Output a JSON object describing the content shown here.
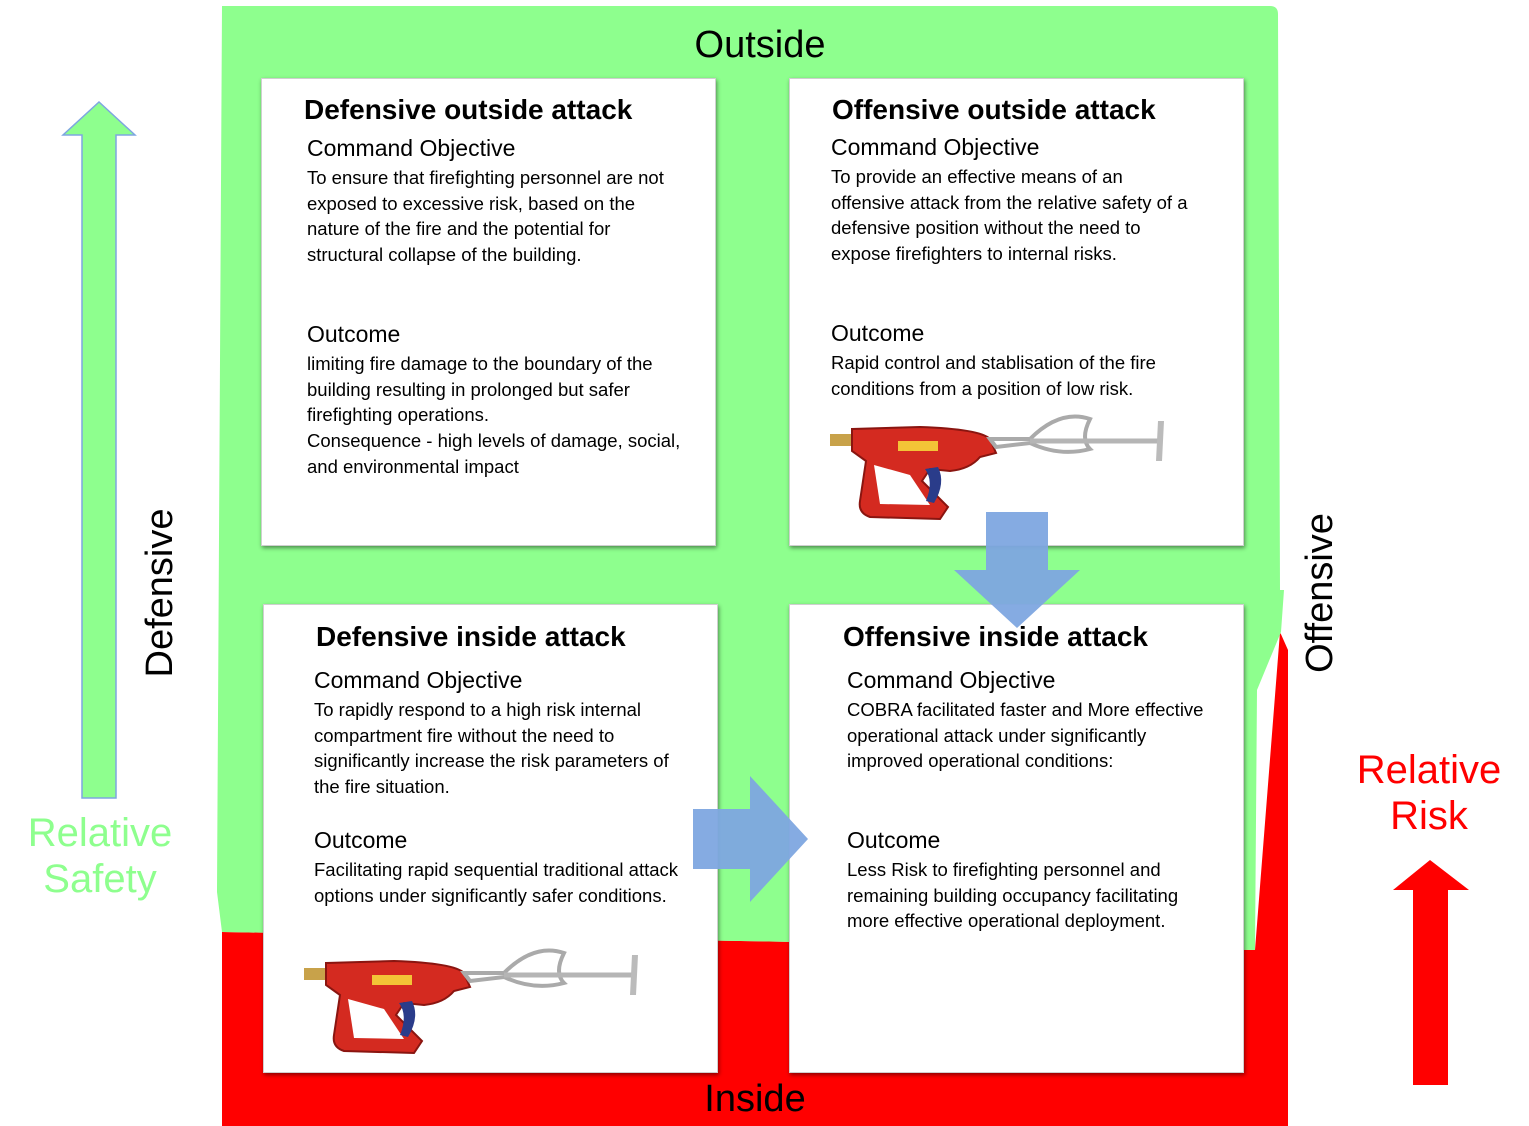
{
  "labels": {
    "outside": "Outside",
    "inside": "Inside",
    "defensive": "Defensive",
    "offensive": "Offensive",
    "relative_safety_line1": "Relative",
    "relative_safety_line2": "Safety",
    "relative_risk_line1": "Relative",
    "relative_risk_line2": "Risk"
  },
  "colors": {
    "outside_green": "#8EFF8E",
    "inside_red": "#FF0000",
    "arrow_blue": "#7EA6E0",
    "safety_text": "#8EFF8E",
    "risk_text": "#FF0000"
  },
  "cards": {
    "defensive_outside": {
      "title": "Defensive outside attack",
      "objective_heading": "Command Objective",
      "objective_text": "To ensure that firefighting personnel are not exposed to excessive risk, based on the nature of the fire and the potential for structural collapse of the building.",
      "outcome_heading": "Outcome",
      "outcome_text": "limiting fire damage to the boundary of the building resulting in prolonged but safer firefighting operations.",
      "consequence_text": "Consequence - high levels of damage, social, and environmental impact"
    },
    "offensive_outside": {
      "title": "Offensive outside attack",
      "objective_heading": "Command Objective",
      "objective_text": "To provide an effective means of an offensive attack from the relative safety of a defensive position without the need to expose firefighters to internal risks.",
      "outcome_heading": "Outcome",
      "outcome_text": "Rapid control and stablisation of the fire conditions from a position of low risk.",
      "image_icon": "cobra-lance-image"
    },
    "defensive_inside": {
      "title": "Defensive inside attack",
      "objective_heading": "Command Objective",
      "objective_text": "To rapidly respond to a high risk internal compartment fire without the need to significantly increase the risk parameters of the fire situation.",
      "outcome_heading": "Outcome",
      "outcome_text": "Facilitating rapid sequential traditional attack options under significantly safer conditions.",
      "image_icon": "cobra-lance-image"
    },
    "offensive_inside": {
      "title": "Offensive inside attack",
      "objective_heading": "Command Objective",
      "objective_text": "COBRA facilitated faster and More effective operational attack under significantly improved operational conditions:",
      "outcome_heading": "Outcome",
      "outcome_text": "Less Risk to firefighting personnel and remaining building occupancy facilitating more effective operational deployment."
    }
  },
  "icons": {
    "up_arrow_safety": "up-arrow",
    "up_arrow_risk": "up-arrow",
    "down_arrow": "down-arrow",
    "right_arrow": "right-arrow"
  }
}
